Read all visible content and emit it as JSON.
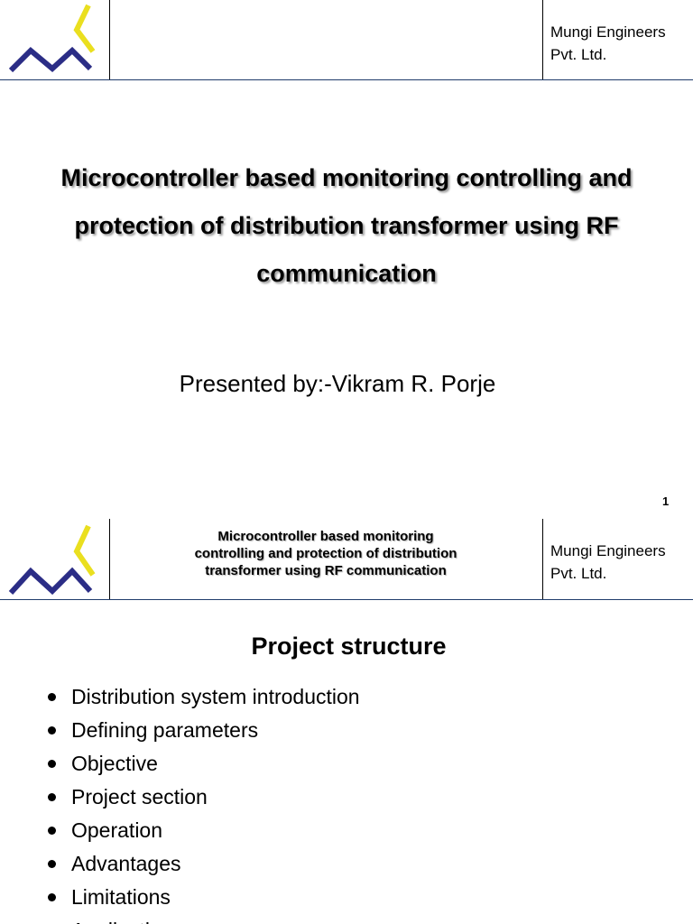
{
  "brand": {
    "logo_letters": "MK",
    "logo_colors": {
      "zigzag": "#2b2d86",
      "check": "#eadf1f"
    }
  },
  "slide1": {
    "company": {
      "line1": "Mungi Engineers",
      "line2": "Pvt. Ltd."
    },
    "title_lines": [
      "Microcontroller based monitoring controlling and",
      "protection of distribution transformer using RF",
      "communication"
    ],
    "presenter": "Presented by:-Vikram R. Porje",
    "page_number": "1"
  },
  "slide2": {
    "header_title_lines": [
      "Microcontroller based monitoring",
      "controlling and protection of distribution",
      "transformer using RF communication"
    ],
    "company": {
      "line1": "Mungi Engineers",
      "line2": "Pvt. Ltd."
    },
    "heading": "Project structure",
    "bullets": [
      "Distribution system introduction",
      "Defining parameters",
      "Objective",
      "Project section",
      "Operation",
      "Advantages",
      "Limitations",
      "Applications"
    ]
  }
}
